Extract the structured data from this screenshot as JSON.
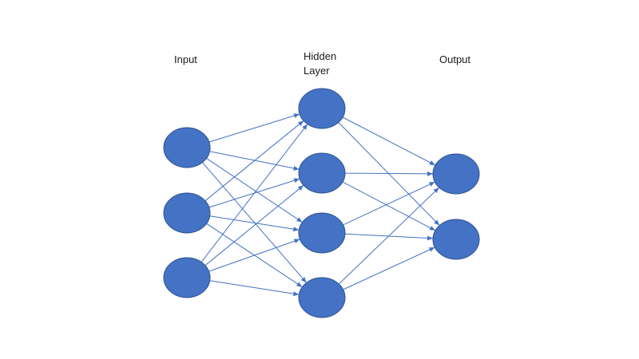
{
  "labels": {
    "input": "Input",
    "hidden": "Hidden\nLayer",
    "output": "Output"
  },
  "network": {
    "layers": [
      {
        "name": "input",
        "nodes": 3
      },
      {
        "name": "hidden",
        "nodes": 4
      },
      {
        "name": "output",
        "nodes": 2
      }
    ],
    "fully_connected": true
  },
  "colors": {
    "node_fill": "#4472C4",
    "node_stroke": "#2F528F",
    "edge": "#4472C4",
    "text": "#1a1a1a"
  }
}
